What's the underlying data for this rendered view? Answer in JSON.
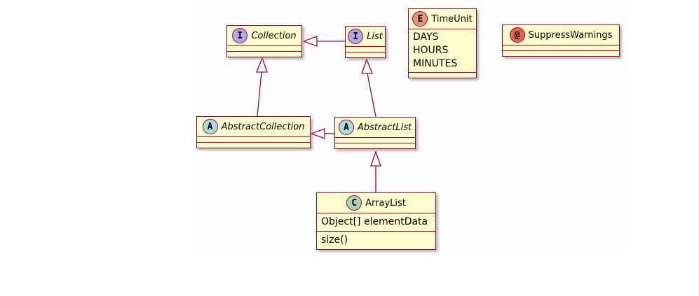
{
  "diagram": {
    "kind": "uml-class-diagram",
    "colors": {
      "box_fill": "#FEFECE",
      "box_border": "#A80036",
      "line": "#A80036",
      "interface_spot": "#B4A7E5",
      "abstract_spot": "#A9DCDF",
      "class_spot": "#ADD1B2",
      "enum_spot": "#EB937F",
      "annotation_spot": "#E3664A"
    },
    "classes": {
      "collection": {
        "name": "Collection",
        "kind": "interface",
        "spot": "I",
        "spot_color": "#B4A7E5",
        "fields": [],
        "methods": []
      },
      "list": {
        "name": "List",
        "kind": "interface",
        "spot": "I",
        "spot_color": "#B4A7E5",
        "fields": [],
        "methods": []
      },
      "timeunit": {
        "name": "TimeUnit",
        "kind": "enum",
        "spot": "E",
        "spot_color": "#EB937F",
        "fields": [
          "DAYS",
          "HOURS",
          "MINUTES"
        ],
        "methods": []
      },
      "suppresswarnings": {
        "name": "SuppressWarnings",
        "kind": "annotation",
        "spot": "@",
        "spot_color": "#E3664A",
        "fields": [],
        "methods": []
      },
      "abstractcollection": {
        "name": "AbstractCollection",
        "kind": "abstract class",
        "spot": "A",
        "spot_color": "#A9DCDF",
        "fields": [],
        "methods": []
      },
      "abstractlist": {
        "name": "AbstractList",
        "kind": "abstract class",
        "spot": "A",
        "spot_color": "#A9DCDF",
        "fields": [],
        "methods": []
      },
      "arraylist": {
        "name": "ArrayList",
        "kind": "class",
        "spot": "C",
        "spot_color": "#ADD1B2",
        "fields": [
          "Object[] elementData"
        ],
        "methods": [
          "size()"
        ]
      }
    },
    "relations": [
      {
        "from": "List",
        "to": "Collection",
        "type": "inheritance"
      },
      {
        "from": "AbstractCollection",
        "to": "Collection",
        "type": "inheritance"
      },
      {
        "from": "AbstractList",
        "to": "List",
        "type": "inheritance"
      },
      {
        "from": "AbstractList",
        "to": "AbstractCollection",
        "type": "inheritance"
      },
      {
        "from": "ArrayList",
        "to": "AbstractList",
        "type": "inheritance"
      }
    ]
  }
}
